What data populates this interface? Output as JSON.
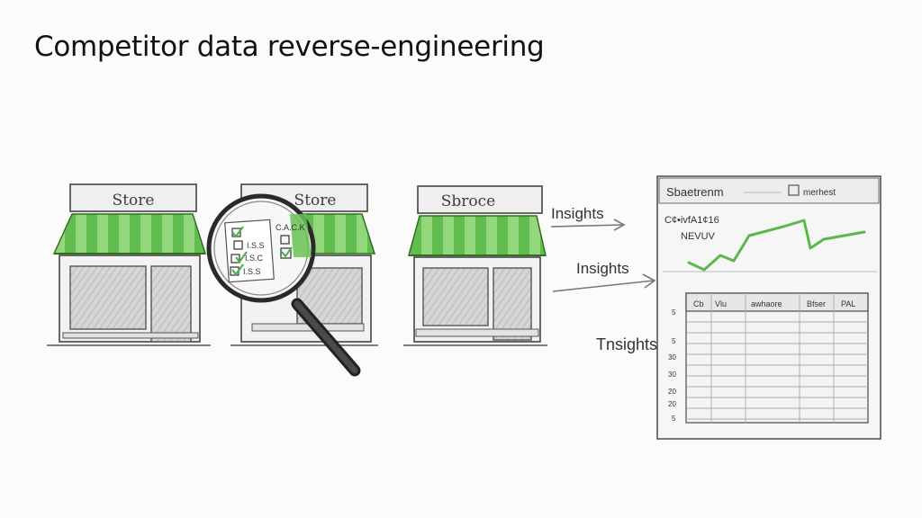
{
  "title": "Competitor data reverse-engineering",
  "stores": [
    {
      "sign": "Store"
    },
    {
      "sign": "Store"
    },
    {
      "sign": "Sbroce"
    }
  ],
  "checklist": {
    "header": "C.A.C.K",
    "items": [
      "I.S.S",
      "I.S.C",
      "I.S.S"
    ]
  },
  "insights": [
    "Insights",
    "Insights",
    "Tnsights"
  ],
  "dashboard": {
    "header_title": "Sbaetrenm",
    "header_right": "merhest",
    "chart_label_1": "C¢•ivfA1¢16",
    "chart_label_2": "NEVUV",
    "table_headers": [
      "Cb",
      "Vlu",
      "awhaore",
      "Bfser",
      "PAL"
    ],
    "row_labels": [
      "5",
      "5",
      "30",
      "30",
      "20",
      "20",
      "5"
    ]
  },
  "colors": {
    "awning_green": "#5cb84a",
    "awning_light": "#8fd47a",
    "check_green": "#4caf50",
    "pencil": "#3a3a3a"
  }
}
